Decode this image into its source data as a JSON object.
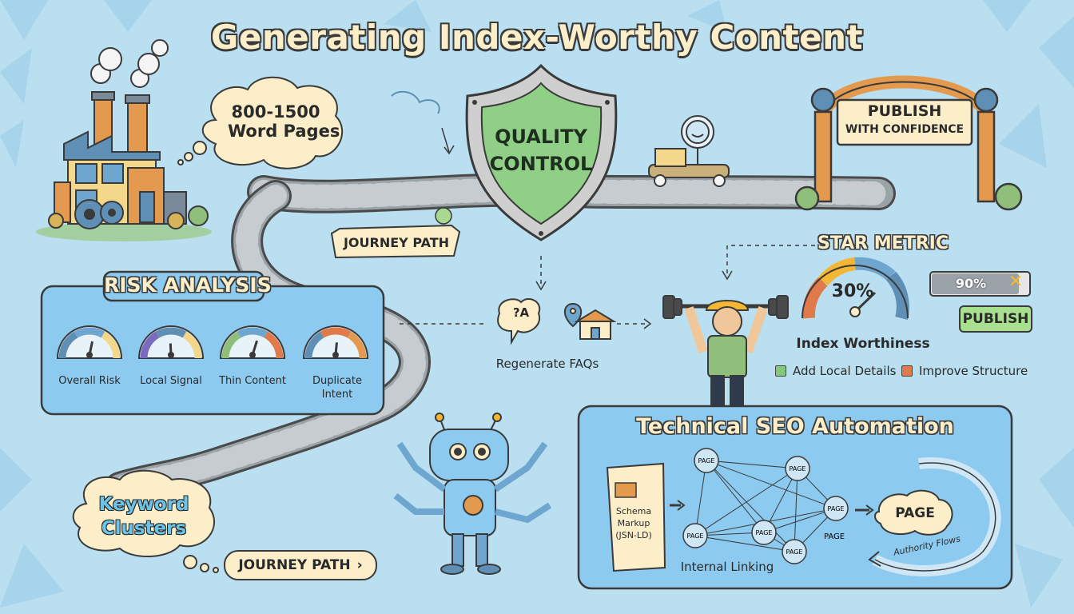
{
  "title": "Generating Index-Worthy Content",
  "factory_cloud": {
    "line1": "800-1500",
    "line2": "Word Pages"
  },
  "shield": {
    "line1": "QUALITY",
    "line2": "CONTROL"
  },
  "publish_arch": {
    "line1": "PUBLISH",
    "line2": "WITH CONFIDENCE"
  },
  "journey_banner_top": "JOURNEY PATH",
  "journey_button_bottom": "JOURNEY PATH",
  "risk_analysis": {
    "heading": "RISK ANALYSIS",
    "gauges": [
      {
        "label": "Overall Risk"
      },
      {
        "label": "Local Signal"
      },
      {
        "label": "Thin Content"
      },
      {
        "label": "Duplicate Intent"
      }
    ]
  },
  "regenerate": {
    "label": "Regenerate FAQs",
    "icon_text": "?A"
  },
  "star_metric": {
    "heading": "STAR METRIC",
    "gauge_value": "30%",
    "gauge_label": "Index Worthiness",
    "bar_value": "90%",
    "bar_fraction": 0.9,
    "publish_button": "PUBLISH",
    "legend": [
      {
        "label": "Add Local Details",
        "color": "#86c97a"
      },
      {
        "label": "Improve Structure",
        "color": "#e07a4a"
      }
    ]
  },
  "keyword_clusters": {
    "line1": "Keyword",
    "line2": "Clusters"
  },
  "technical_seo": {
    "heading": "Technical SEO Automation",
    "schema": {
      "line1": "Schema",
      "line2": "Markup",
      "line3": "(JSN-LD)"
    },
    "node_label": "PAGE",
    "internal_linking": "Internal Linking",
    "hub_label": "PAGE",
    "authority_flows": "Authority Flows"
  },
  "colors": {
    "background": "#b9dff0",
    "panel": "#8ccaf0",
    "shield_green": "#8fcf86",
    "cream": "#fbeec9",
    "publish_green": "#a9e08f",
    "arch_orange": "#e39a4f"
  }
}
